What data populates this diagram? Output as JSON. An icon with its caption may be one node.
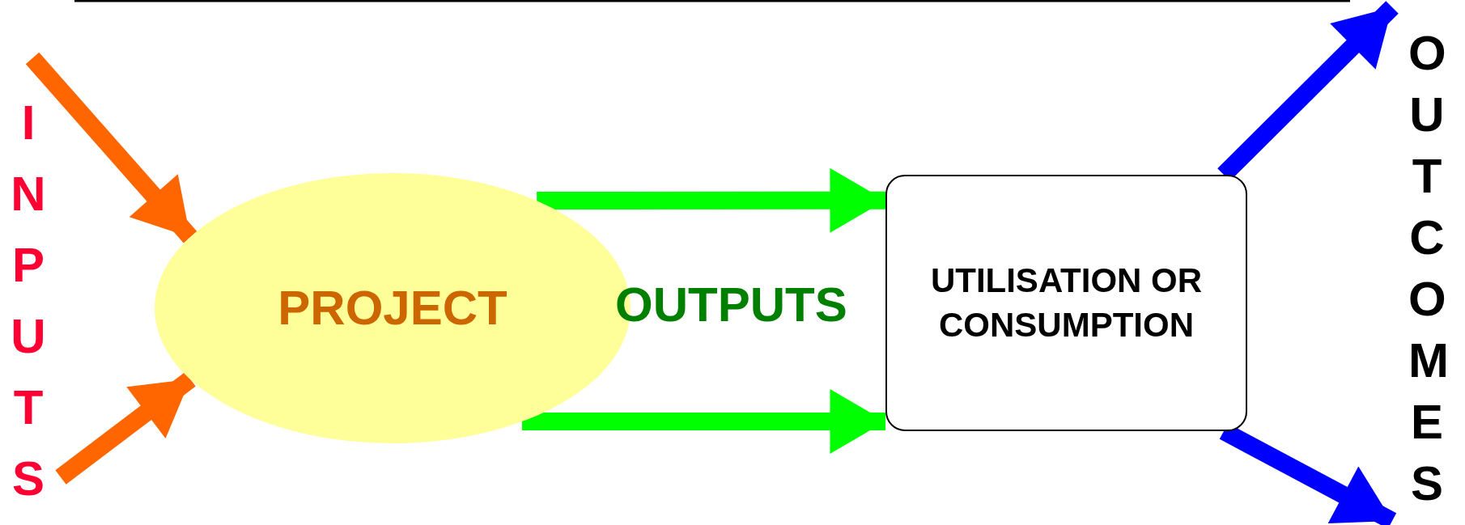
{
  "diagram": {
    "nodes": [
      {
        "text": [
          "PROJECT"
        ]
      },
      {
        "text": [
          "UTILISATION OR CONSUMPTION"
        ]
      }
    ],
    "edges": [
      {
        "from": null,
        "to": 0,
        "arrow": "to",
        "color": "#ff6600"
      },
      {
        "from": null,
        "to": 0,
        "arrow": "to",
        "color": "#ff6600"
      },
      {
        "from": 0,
        "to": 1,
        "arrow": "to",
        "color": "#00ff00"
      },
      {
        "from": 0,
        "to": 1,
        "arrow": "to",
        "color": "#00ff00"
      },
      {
        "from": 1,
        "to": null,
        "arrow": "to",
        "color": "#0000ff"
      },
      {
        "from": 1,
        "to": null,
        "arrow": "to",
        "color": "#0000ff"
      }
    ],
    "labels": [
      "INPUTS",
      "OUTPUTS",
      "OUTCOMES"
    ]
  }
}
